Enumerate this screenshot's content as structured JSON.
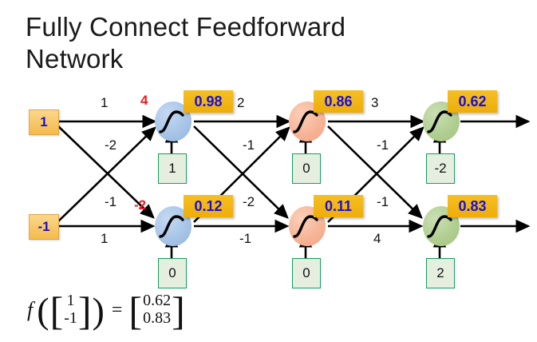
{
  "title": "Fully Connect Feedforward\nNetwork",
  "colors": {
    "neuron_layer1": "#a5c3e6",
    "neuron_layer2": "#f6b295",
    "neuron_layer3": "#afcd8f",
    "value_badge": "#eead09",
    "value_text": "#1a0fd6",
    "input_box": "#f7c767",
    "bias_box_fill": "#e6efdf",
    "bias_box_border": "#12a05a",
    "preactivation_text": "#ee1b24"
  },
  "inputs": [
    {
      "name": "x1",
      "value": "1"
    },
    {
      "name": "x2",
      "value": "-1"
    }
  ],
  "layers": [
    {
      "name": "hidden-layer-1",
      "neurons": [
        {
          "id": "h1",
          "output": "0.98",
          "bias": "1",
          "preactivation": "4"
        },
        {
          "id": "h2",
          "output": "0.12",
          "bias": "0",
          "preactivation": "-2"
        }
      ],
      "weights": [
        {
          "from": "x1",
          "to": "h1",
          "value": "1"
        },
        {
          "from": "x2",
          "to": "h1",
          "value": "-2"
        },
        {
          "from": "x1",
          "to": "h2",
          "value": "-1"
        },
        {
          "from": "x2",
          "to": "h2",
          "value": "1"
        }
      ]
    },
    {
      "name": "hidden-layer-2",
      "neurons": [
        {
          "id": "h3",
          "output": "0.86",
          "bias": "0",
          "preactivation": ""
        },
        {
          "id": "h4",
          "output": "0.11",
          "bias": "0",
          "preactivation": ""
        }
      ],
      "weights": [
        {
          "from": "h1",
          "to": "h3",
          "value": "2"
        },
        {
          "from": "h2",
          "to": "h3",
          "value": "-1"
        },
        {
          "from": "h1",
          "to": "h4",
          "value": "-2"
        },
        {
          "from": "h2",
          "to": "h4",
          "value": "-1"
        }
      ]
    },
    {
      "name": "output-layer",
      "neurons": [
        {
          "id": "y1",
          "output": "0.62",
          "bias": "-2",
          "preactivation": ""
        },
        {
          "id": "y2",
          "output": "0.83",
          "bias": "2",
          "preactivation": ""
        }
      ],
      "weights": [
        {
          "from": "h3",
          "to": "y1",
          "value": "3"
        },
        {
          "from": "h4",
          "to": "y1",
          "value": "-1"
        },
        {
          "from": "h3",
          "to": "y2",
          "value": "-1"
        },
        {
          "from": "h4",
          "to": "y2",
          "value": "4"
        }
      ]
    }
  ],
  "formula": {
    "function_symbol": "f",
    "input_vector": [
      "1",
      "-1"
    ],
    "equals": "=",
    "output_vector": [
      "0.62",
      "0.83"
    ]
  }
}
